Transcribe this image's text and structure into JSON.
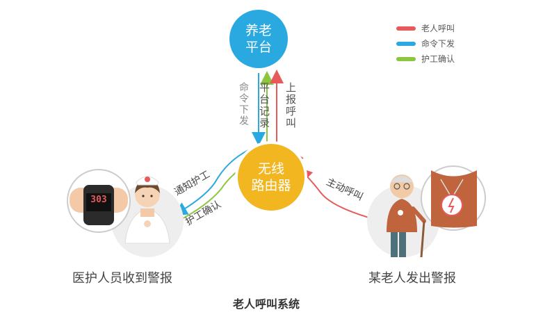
{
  "nodes": {
    "platform": {
      "line1": "养老",
      "line2": "平台",
      "color": "#29a9e0"
    },
    "router": {
      "line1": "无线",
      "line2": "路由器",
      "color": "#f1b620"
    }
  },
  "flows": {
    "command_issue": "命令下发",
    "platform_record": "平台记录",
    "report_call": "上报呼叫",
    "notify_care": "通知护工",
    "care_confirm": "护工确认",
    "active_call": "主动呼叫"
  },
  "actors": {
    "caregiver_caption": "医护人员收到警报",
    "elderly_caption": "某老人发出警报",
    "watch_display": "303"
  },
  "legend": [
    {
      "label": "老人呼叫",
      "color": "#e8595a"
    },
    {
      "label": "命令下发",
      "color": "#29a9e0"
    },
    {
      "label": "护工确认",
      "color": "#8cc63f"
    }
  ],
  "title": "老人呼叫系统",
  "colors": {
    "red": "#e8595a",
    "blue": "#29a9e0",
    "green": "#8cc63f",
    "text": "#444444"
  }
}
